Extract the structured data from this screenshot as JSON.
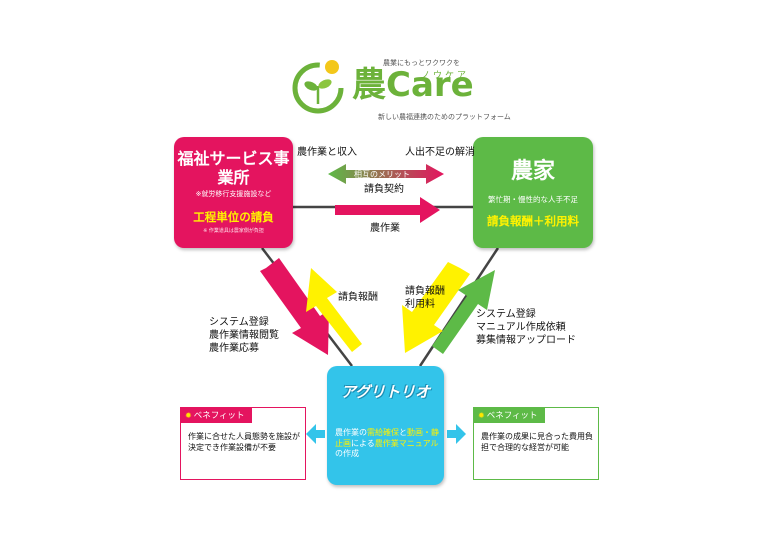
{
  "logo": {
    "tagline": "農業にもっとワクワクを",
    "name": "農Care",
    "reading": "ノウケア",
    "subtitle": "新しい農福連携のためのプラットフォーム"
  },
  "welfare": {
    "title": "福祉サービス事業所",
    "subtitle": "※就労移行支援施設など",
    "billing": "工程単位の請負",
    "note": "※ 作業道具は農家側が負担"
  },
  "farmer": {
    "title": "農家",
    "subtitle": "繁忙期・慢性的な人手不足",
    "billing": "請負報酬＋利用料"
  },
  "center": {
    "logo": "アグリトリオ",
    "desc_part1": "農作業の",
    "desc_hl1": "需給確保",
    "desc_part2": "と",
    "desc_hl2": "動画・静止画",
    "desc_part3": "による",
    "desc_hl3": "農作業マニュアル",
    "desc_part4": "の作成"
  },
  "top_labels": {
    "left": "農作業と収入",
    "right": "人出不足の解消",
    "mutual": "相互のメリット",
    "contract": "請負契約",
    "work": "農作業"
  },
  "flow_labels": {
    "left_outer": [
      "システム登録",
      "農作業情報閲覧",
      "農作業応募"
    ],
    "left_inner": "請負報酬",
    "right_inner": [
      "請負報酬",
      "利用料"
    ],
    "right_outer": [
      "システム登録",
      "マニュアル作成依頼",
      "募集情報アップロード"
    ]
  },
  "benefit_left": {
    "title": "ベネフィット",
    "text": "作業に合せた人員態勢を施設が決定でき作業設備が不要"
  },
  "benefit_right": {
    "title": "ベネフィット",
    "text": "農作業の成果に見合った費用負担で合理的な経営が可能"
  },
  "colors": {
    "welfare": "#e4145f",
    "farmer": "#5dba47",
    "center": "#33c4ea",
    "highlight": "#fff200",
    "logo_green": "#6cb23a"
  },
  "icons": [
    "logo-sprout-icon",
    "lightbulb-icon"
  ]
}
